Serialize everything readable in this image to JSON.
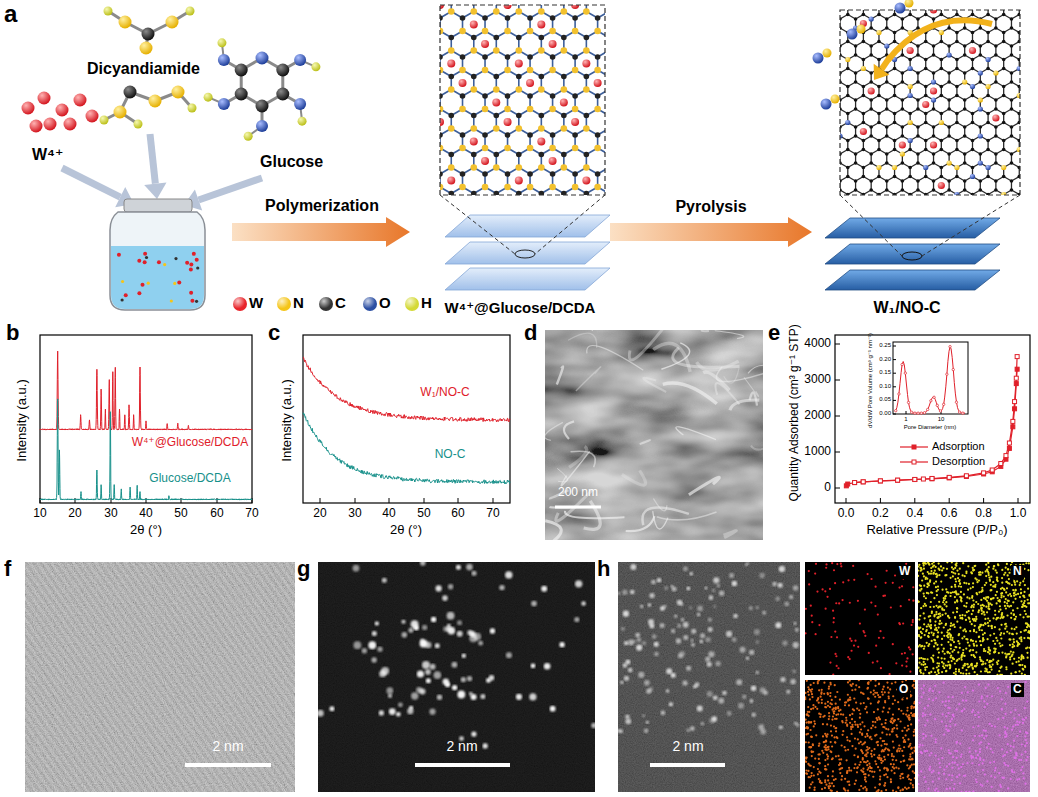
{
  "diagram": {
    "nodes": [
      {
        "text": [
          "W⁴⁺"
        ]
      },
      {
        "text": [
          "Dicyandiamide"
        ]
      },
      {
        "text": [
          "Glucose"
        ]
      },
      {
        "text": [
          "W⁴⁺@Glucose/DCDA"
        ]
      },
      {
        "text": [
          "W₁/NO-C"
        ]
      }
    ],
    "edges": [
      {
        "from": 3,
        "to": 4,
        "arrow": "to",
        "label": "Pyrolysis"
      }
    ],
    "labels": [
      "a",
      "Polymerization",
      "b",
      "Intensity (a.u.)",
      "W⁴⁺@Glucose/DCDA",
      "Glucose/DCDA",
      "10",
      "20",
      "30",
      "40",
      "50",
      "60",
      "70",
      "2θ (°)",
      "c",
      "Intensity (a.u.)",
      "W₁/NO-C",
      "NO-C",
      "20",
      "30",
      "40",
      "50",
      "60",
      "70",
      "2θ (°)",
      "d",
      "200 nm",
      "e",
      "Quantity Adsorbed (cm³ g⁻¹ STP)",
      "0",
      "1000",
      "2000",
      "3000",
      "4000",
      "0.0",
      "0.2",
      "0.4",
      "0.6",
      "0.8",
      "1.0",
      "Relative Pressure (P/P₀)",
      "dV/dW Pore Volume (cm³ g⁻¹ nm⁻¹)",
      "0.00",
      "0.05",
      "0.10",
      "0.15",
      "0.20",
      "0.25",
      "1",
      "10",
      "Pore Diameter (nm)",
      "f",
      "2 nm",
      "g",
      "2 nm",
      "h",
      "2 nm",
      "W",
      "N",
      "O",
      "C"
    ],
    "legend": [
      {
        "text": "W",
        "color": "#e8242a"
      },
      {
        "text": "N",
        "color": "#f5c518"
      },
      {
        "text": "C",
        "color": "#333333"
      },
      {
        "text": "O",
        "color": "#2c4fa3"
      },
      {
        "text": "H",
        "color": "#d4d935"
      },
      {
        "text": "Adsorption"
      },
      {
        "text": "Desorption"
      }
    ]
  }
}
